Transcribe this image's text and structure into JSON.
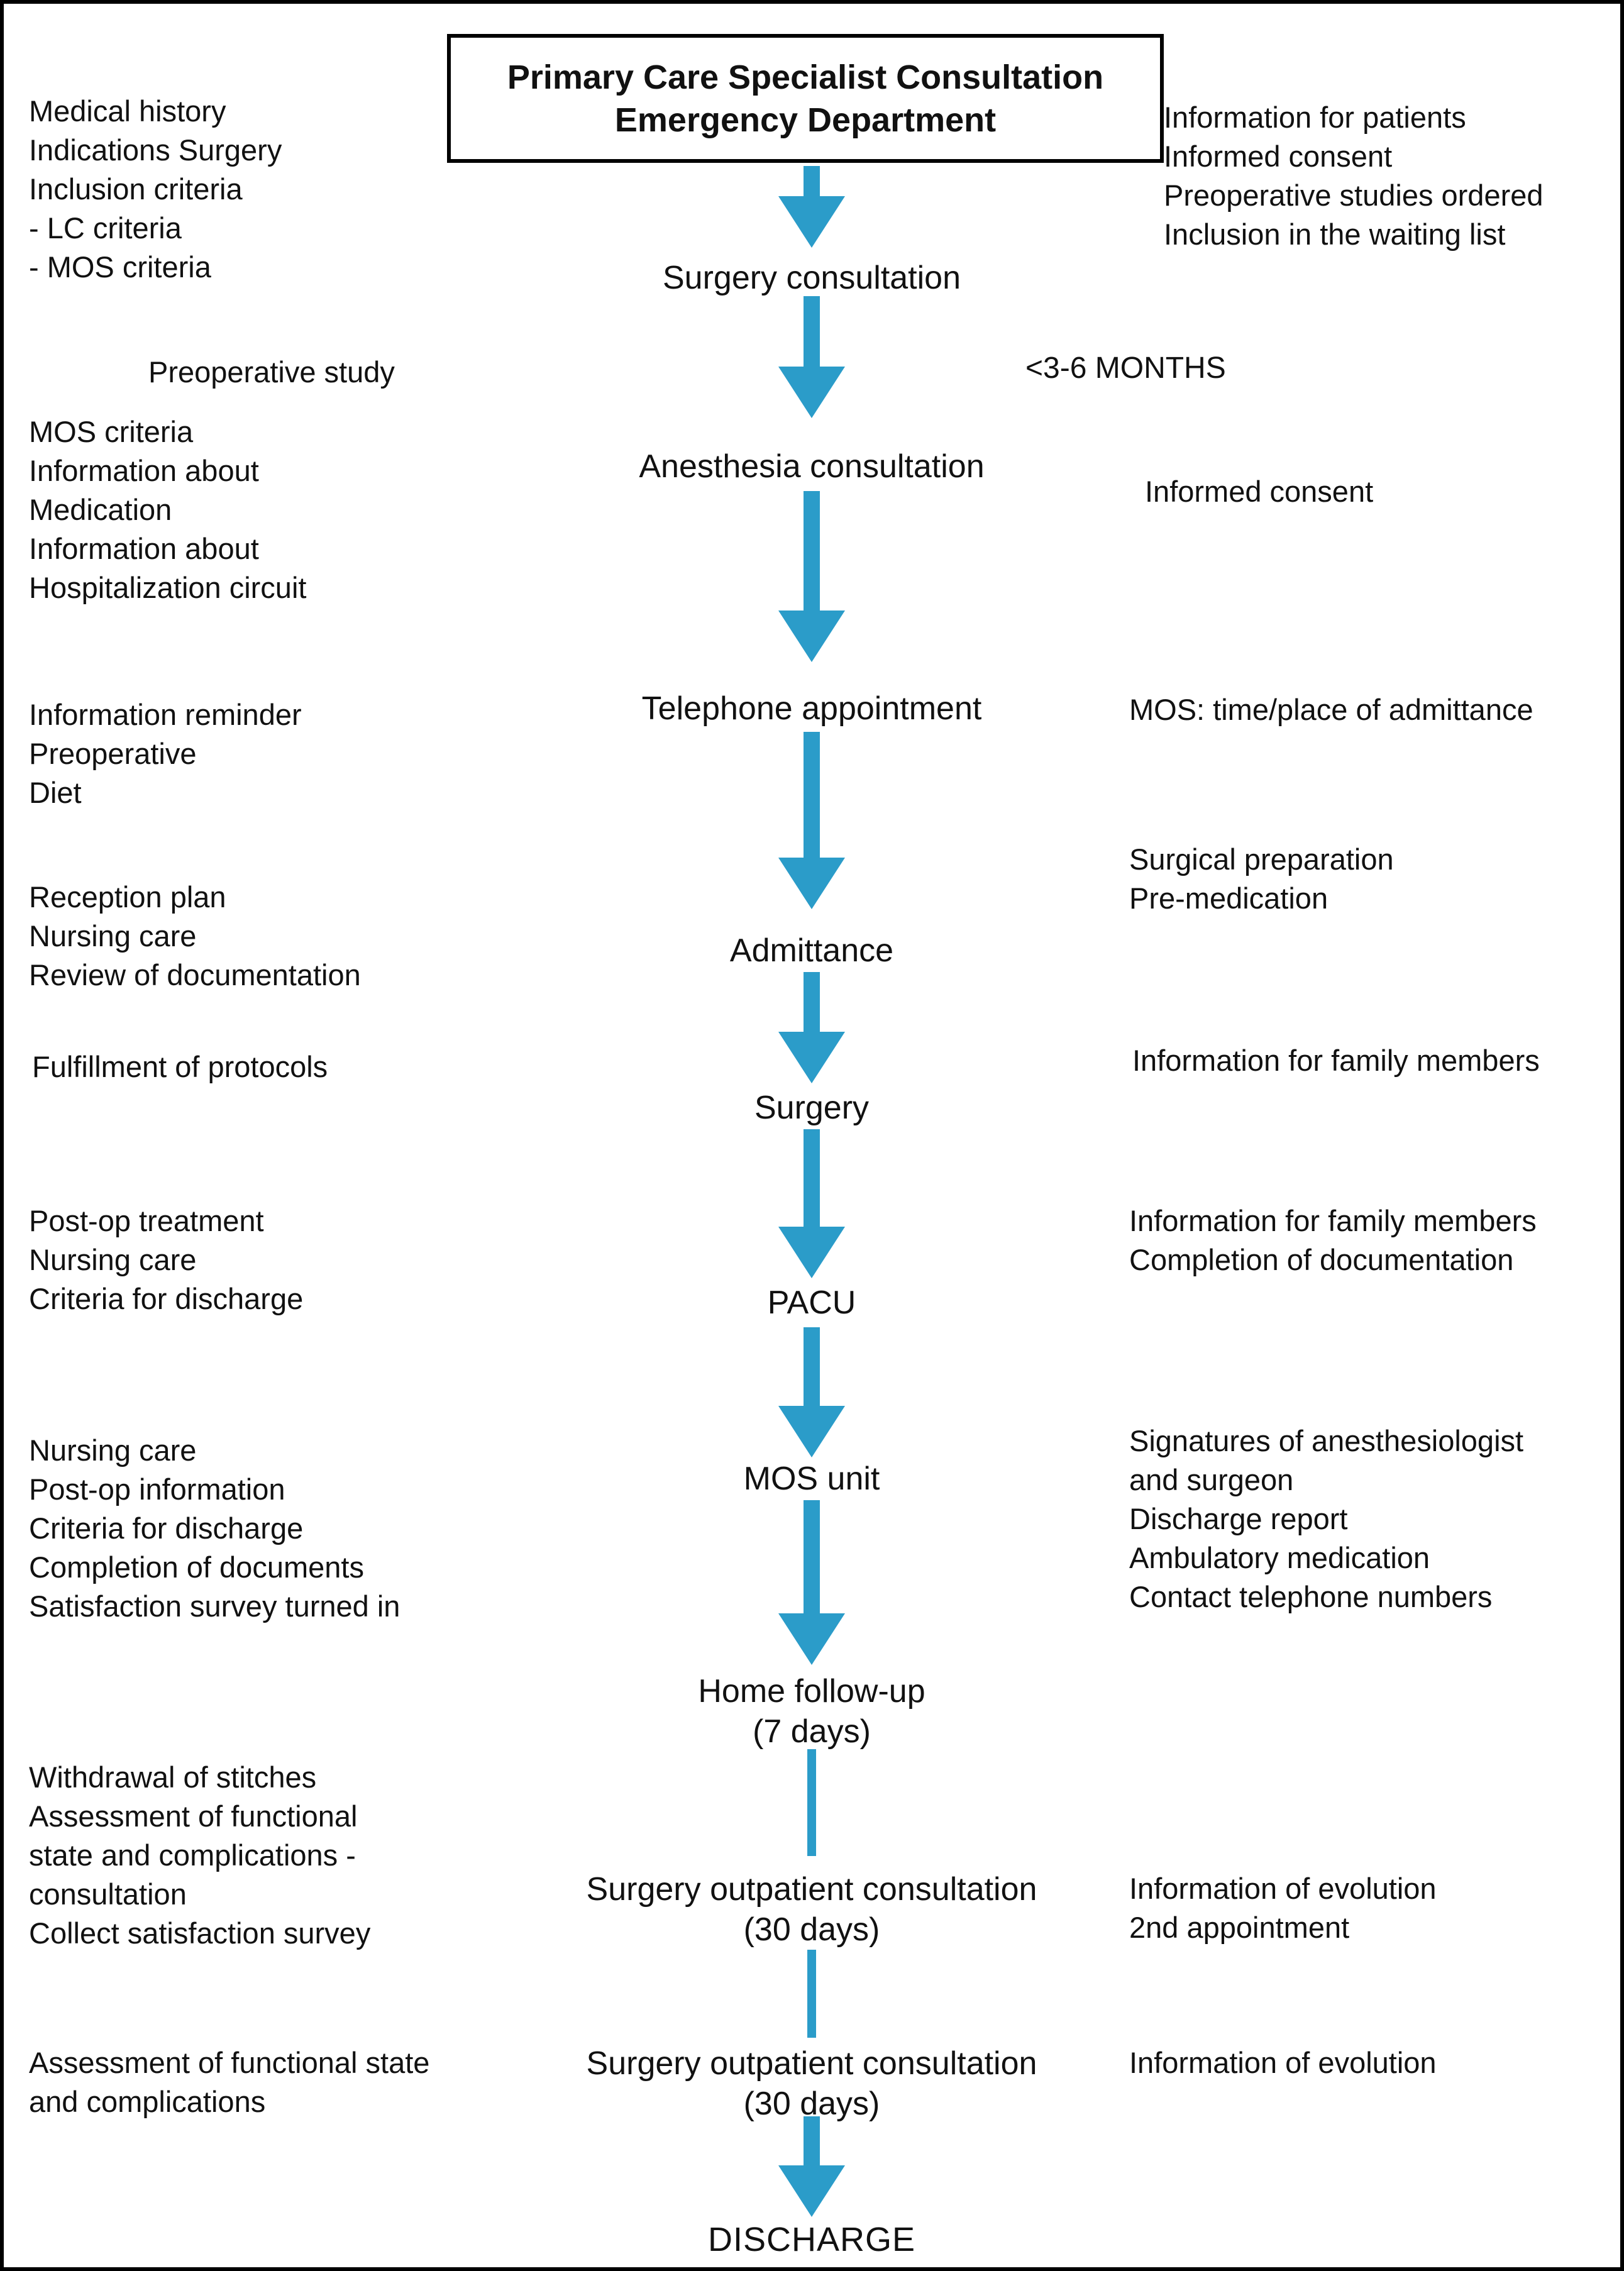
{
  "colors": {
    "arrow": "#2B9CC9",
    "text": "#111111",
    "border": "#000000"
  },
  "title_box": {
    "line1": "Primary Care Specialist Consultation",
    "line2": "Emergency Department"
  },
  "timeline": {
    "label": "<3-6 MONTHS"
  },
  "flow": {
    "surgery_consultation": "Surgery consultation",
    "anesthesia_consultation": "Anesthesia consultation",
    "telephone_appointment": "Telephone appointment",
    "admittance": "Admittance",
    "surgery": "Surgery",
    "pacu": "PACU",
    "mos_unit": "MOS unit",
    "home_follow_up_line1": "Home follow-up",
    "home_follow_up_line2": "(7 days)",
    "outpatient1_line1": "Surgery outpatient consultation",
    "outpatient1_line2": "(30 days)",
    "outpatient2_line1": "Surgery outpatient consultation",
    "outpatient2_line2": "(30 days)",
    "discharge": "DISCHARGE"
  },
  "left_notes": {
    "b1": [
      "Medical history",
      "Indications Surgery",
      "Inclusion criteria",
      "- LC criteria",
      "- MOS criteria"
    ],
    "preop_study": "Preoperative study",
    "b2": [
      "MOS criteria",
      "Information about",
      "Medication",
      "Information about",
      "Hospitalization circuit"
    ],
    "b3": [
      "Information reminder",
      "Preoperative",
      "Diet"
    ],
    "b4": [
      "Reception plan",
      "Nursing care",
      "Review of documentation"
    ],
    "b5": "Fulfillment of protocols",
    "b6": [
      "Post-op treatment",
      "Nursing care",
      "Criteria for discharge"
    ],
    "b7": [
      "Nursing care",
      "Post-op information",
      "Criteria for discharge",
      "Completion of documents",
      "Satisfaction survey turned in"
    ],
    "b8": [
      "Withdrawal of stitches",
      "Assessment of functional",
      "state and complications -",
      "consultation",
      "Collect satisfaction survey"
    ],
    "b9": [
      "Assessment of functional state",
      "and complications"
    ]
  },
  "right_notes": {
    "r1": [
      "Information for patients",
      "Informed consent",
      "Preoperative studies ordered",
      "Inclusion in the waiting list"
    ],
    "r2": "Informed consent",
    "r3": "MOS: time/place of admittance",
    "r4": [
      "Surgical preparation",
      "Pre-medication"
    ],
    "r5": "Information for family members",
    "r6": [
      "Information for family members",
      "Completion of documentation"
    ],
    "r7": [
      "Signatures of anesthesiologist",
      "and surgeon",
      "Discharge report",
      "Ambulatory medication",
      "Contact telephone numbers"
    ],
    "r8": [
      "Information of evolution",
      "2nd appointment"
    ],
    "r9": "Information of evolution"
  }
}
